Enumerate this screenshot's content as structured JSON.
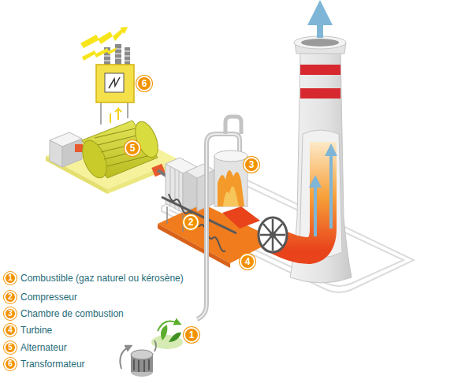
{
  "diagram": {
    "labels": [
      "6",
      "5",
      "3",
      "2",
      "4",
      "1",
      "1",
      "Combustible (gaz naturel ou kérosène)",
      "2",
      "Compresseur",
      "3",
      "Chambre de combustion",
      "4",
      "Turbine",
      "5",
      "Alternateur",
      "6",
      "Transformateur"
    ]
  }
}
